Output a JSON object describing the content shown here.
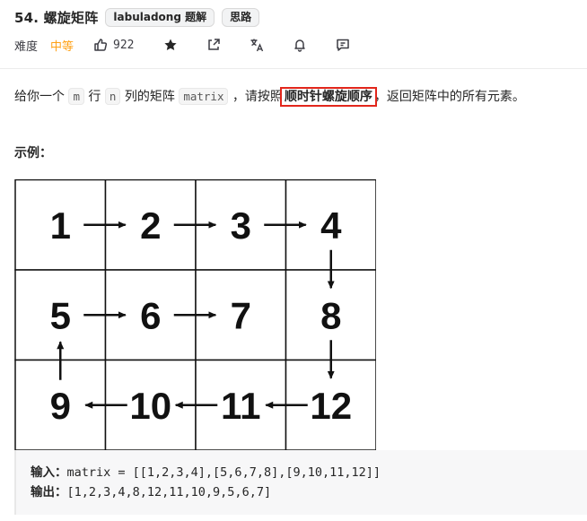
{
  "header": {
    "title": "54. 螺旋矩阵",
    "tags": [
      "labuladong 题解",
      "思路"
    ]
  },
  "meta": {
    "difficulty_label": "难度",
    "difficulty": "中等",
    "likes": "922",
    "icons": [
      "thumbs-up-icon",
      "star-icon",
      "share-icon",
      "translate-icon",
      "bell-icon",
      "comment-icon"
    ]
  },
  "description": {
    "part1": "给你一个 ",
    "code_m": "m",
    "part2": " 行 ",
    "code_n": "n",
    "part3": " 列的矩阵 ",
    "code_matrix": "matrix",
    "part4": " ，请按照",
    "highlight": "顺时针螺旋顺序",
    "part5": "，返回矩阵中的所有元素。"
  },
  "example": {
    "title": "示例：",
    "matrix": [
      [
        1,
        2,
        3,
        4
      ],
      [
        5,
        6,
        7,
        8
      ],
      [
        9,
        10,
        11,
        12
      ]
    ],
    "input_label": "输入：",
    "input_value": "matrix = [[1,2,3,4],[5,6,7,8],[9,10,11,12]]",
    "output_label": "输出：",
    "output_value": "[1,2,3,4,8,12,11,10,9,5,6,7]"
  },
  "colors": {
    "accent": "#ffa116",
    "highlight_border": "#e2261b"
  }
}
